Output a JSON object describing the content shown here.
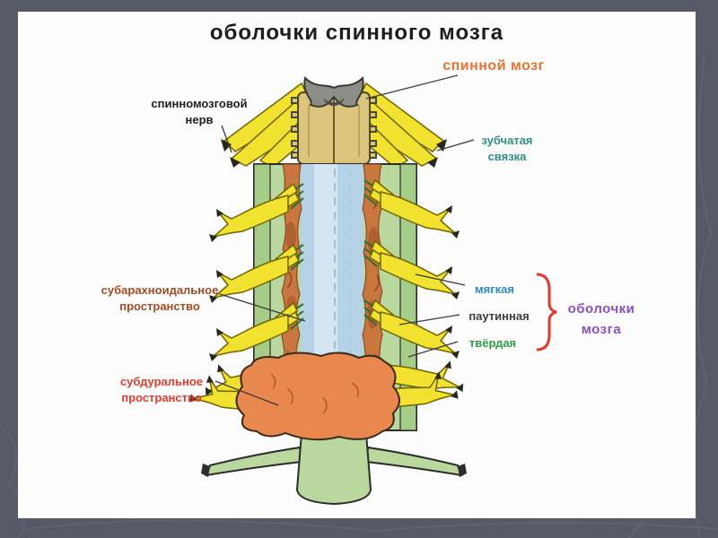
{
  "slide": {
    "title": "оболочки спинного мозга"
  },
  "labels": {
    "spinal_cord": "спинной мозг",
    "spinal_nerve": {
      "line1": "спинномозговой",
      "line2": "нерв"
    },
    "denticulate": {
      "line1": "зубчатая",
      "line2": "связка"
    },
    "subarachnoid": {
      "line1": "субарахноидальное",
      "line2": "пространство"
    },
    "subdural": {
      "line1": "субдуральное",
      "line2": "пространство"
    },
    "pia": "мягкая",
    "arachnoid": "паутинная",
    "dura": "твёрдая",
    "meninges": {
      "line1": "оболочки",
      "line2": "мозга"
    }
  },
  "colors": {
    "background": "#565a67",
    "panel": "#fdfdfd",
    "title_text": "#1d1d1d",
    "spinal_cord_label": "#ed7031",
    "spinal_nerve_label": "#1e1e1e",
    "denticulate_label": "#2f8f85",
    "subarachnoid_label": "#a34b24",
    "subdural_label": "#e23b2e",
    "pia_label": "#2f88c8",
    "arachnoid_label": "#3a3a42",
    "dura_label": "#2f9e44",
    "meninges_label": "#8a4fc8",
    "bracket": "#e23b2e",
    "leader_line": "#3a3a3a",
    "nerve_yellow": "#f2e230",
    "vertebra_green": "#bad79d",
    "vertebra_green_dark": "#a6cd88",
    "csf_blue": "#b5d2e6",
    "csf_blue_light": "#d3e5f0",
    "dura_orange": "#c9763f",
    "dural_sac_orange": "#e8874e",
    "cord_tan": "#dcc47c",
    "gray_matter": "#8d8d87",
    "rootlet_green": "#2e6e2e"
  }
}
